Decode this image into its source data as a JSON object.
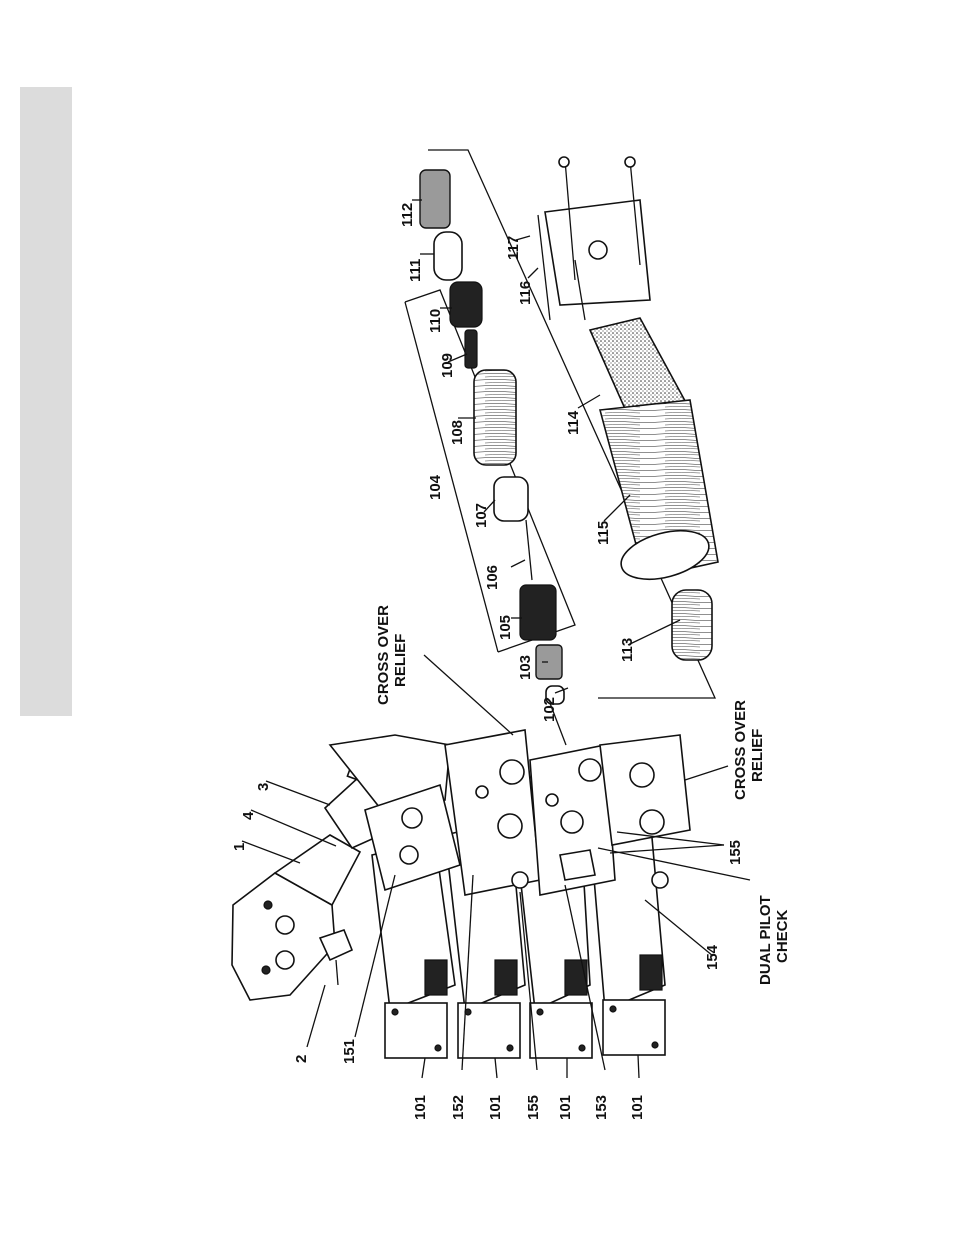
{
  "labels": {
    "cross_over_relief_top": [
      "CROSS OVER",
      "RELIEF"
    ],
    "cross_over_relief_bottom": [
      "CROSS OVER",
      "RELIEF"
    ],
    "dual_pilot_check": [
      "DUAL PILOT",
      "CHECK"
    ],
    "p1": "1",
    "p2": "2",
    "p3": "3",
    "p4": "4",
    "p101a": "101",
    "p101b": "101",
    "p101c": "101",
    "p101d": "101",
    "p102": "102",
    "p103": "103",
    "p104": "104",
    "p105": "105",
    "p106": "106",
    "p107": "107",
    "p108": "108",
    "p109": "109",
    "p110": "110",
    "p111": "111",
    "p112": "112",
    "p113": "113",
    "p114": "114",
    "p115": "115",
    "p116": "116",
    "p117": "117",
    "p151": "151",
    "p152": "152",
    "p153": "153",
    "p154": "154",
    "p155a": "155",
    "p155b": "155"
  },
  "colors": {
    "sidebar": "#dcdcdc",
    "ink": "#111111",
    "paper": "#ffffff"
  }
}
